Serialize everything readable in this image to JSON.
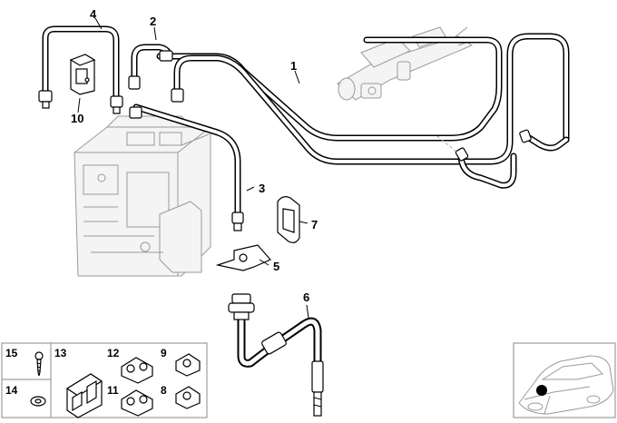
{
  "diagram": {
    "callouts": {
      "c1": "1",
      "c2": "2",
      "c3": "3",
      "c4": "4",
      "c5": "5",
      "c6": "6",
      "c7": "7",
      "c8": "8",
      "c9": "9",
      "c10": "10",
      "c11": "11",
      "c12": "12",
      "c13": "13",
      "c14": "14",
      "c15": "15"
    },
    "colors": {
      "line": "#000000",
      "ghost": "#9a9a9a",
      "location_dot": "#000000"
    },
    "icons": [
      "car-location-icon"
    ]
  }
}
